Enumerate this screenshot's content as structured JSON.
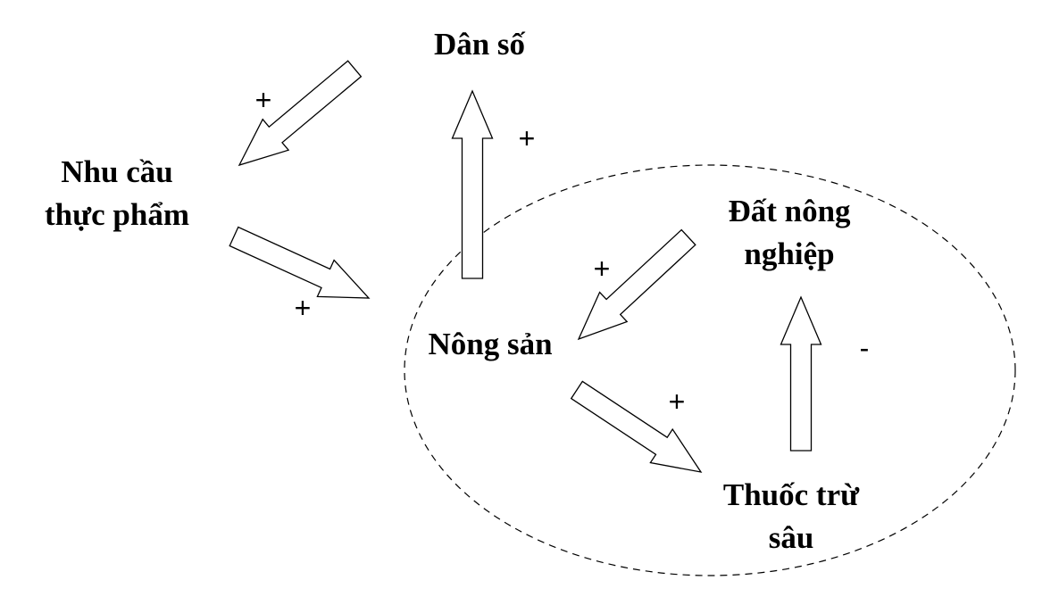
{
  "nodes": {
    "population": "Dân số",
    "food_demand": [
      "Nhu cầu",
      "thực phẩm"
    ],
    "agri_products": "Nông sản",
    "farmland": [
      "Đất nông",
      "nghiệp"
    ],
    "pesticide": [
      "Thuốc trừ",
      "sâu"
    ]
  },
  "links": [
    {
      "from": "Dân số",
      "to": "Nhu cầu thực phẩm",
      "sign": "+"
    },
    {
      "from": "Nông sản",
      "to": "Dân số",
      "sign": "+"
    },
    {
      "from": "Nhu cầu thực phẩm",
      "to": "Nông sản",
      "sign": "+"
    },
    {
      "from": "Đất nông nghiệp",
      "to": "Nông sản",
      "sign": "+"
    },
    {
      "from": "Nông sản",
      "to": "Thuốc trừ sâu",
      "sign": "+"
    },
    {
      "from": "Thuốc trừ sâu",
      "to": "Đất nông nghiệp",
      "sign": "-"
    }
  ],
  "colors": {
    "stroke": "#000000",
    "background": "#ffffff"
  }
}
